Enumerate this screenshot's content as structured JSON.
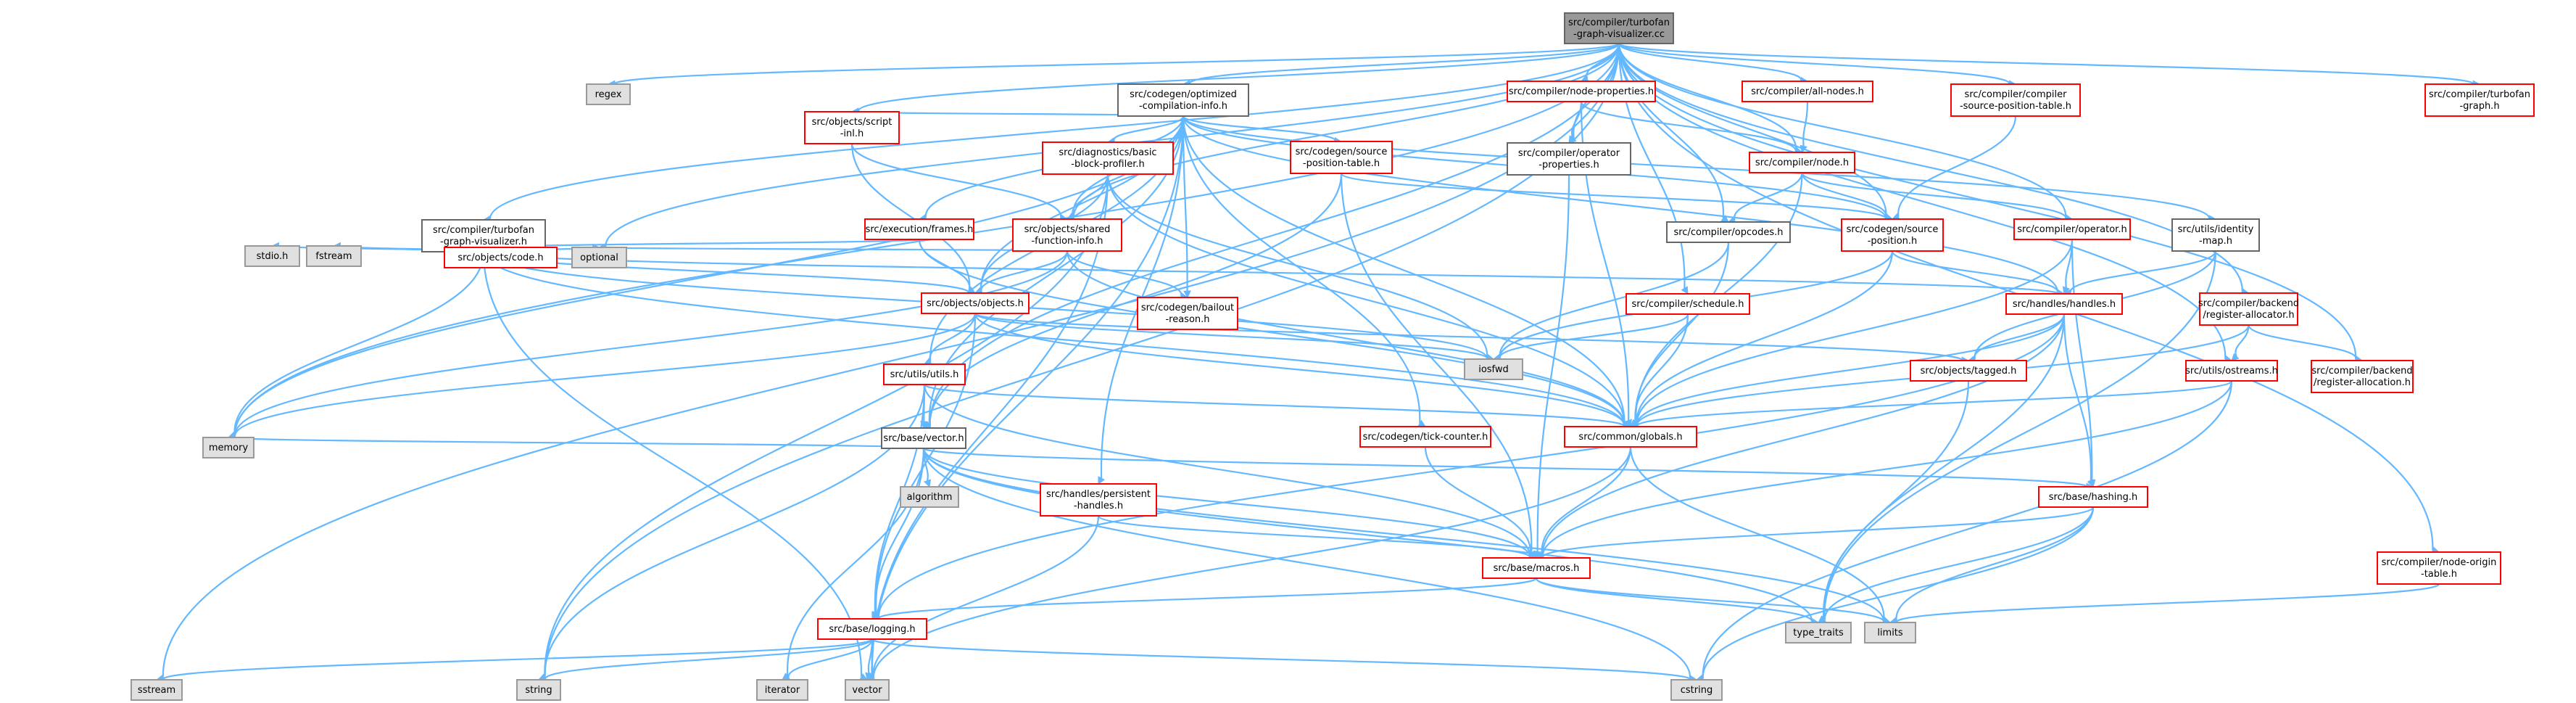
{
  "colors": {
    "edge": "#63b8ff",
    "root_fill": "#999999",
    "root_border": "#666666",
    "project_fill": "#ffffff",
    "project_border": "#ff0000",
    "local_fill": "#ffffff",
    "local_border": "#666666",
    "external_fill": "#e0e0e0",
    "external_border": "#999999",
    "text": "#000000"
  },
  "nodes": [
    {
      "id": "root",
      "kind": "root",
      "lines": [
        "src/compiler/turbofan",
        "-graph-visualizer.cc"
      ]
    },
    {
      "id": "regex",
      "kind": "external",
      "lines": [
        "regex"
      ]
    },
    {
      "id": "opt",
      "kind": "local",
      "lines": [
        "src/codegen/optimized",
        "-compilation-info.h"
      ]
    },
    {
      "id": "nodeprops",
      "kind": "project",
      "lines": [
        "src/compiler/node-properties.h"
      ]
    },
    {
      "id": "allnodes",
      "kind": "project",
      "lines": [
        "src/compiler/all-nodes.h"
      ]
    },
    {
      "id": "cspt",
      "kind": "project",
      "lines": [
        "src/compiler/compiler",
        "-source-position-table.h"
      ]
    },
    {
      "id": "tgraph",
      "kind": "project",
      "lines": [
        "src/compiler/turbofan",
        "-graph.h"
      ]
    },
    {
      "id": "script",
      "kind": "project",
      "lines": [
        "src/objects/script",
        "-inl.h"
      ]
    },
    {
      "id": "diag",
      "kind": "project",
      "lines": [
        "src/diagnostics/basic",
        "-block-profiler.h"
      ]
    },
    {
      "id": "srcpostab",
      "kind": "project",
      "lines": [
        "src/codegen/source",
        "-position-table.h"
      ]
    },
    {
      "id": "opprops",
      "kind": "local",
      "lines": [
        "src/compiler/operator",
        "-properties.h"
      ]
    },
    {
      "id": "node",
      "kind": "project",
      "lines": [
        "src/compiler/node.h"
      ]
    },
    {
      "id": "tgv",
      "kind": "local",
      "lines": [
        "src/compiler/turbofan",
        "-graph-visualizer.h"
      ]
    },
    {
      "id": "frames",
      "kind": "project",
      "lines": [
        "src/execution/frames.h"
      ]
    },
    {
      "id": "sfi",
      "kind": "project",
      "lines": [
        "src/objects/shared",
        "-function-info.h"
      ]
    },
    {
      "id": "opcodes",
      "kind": "local",
      "lines": [
        "src/compiler/opcodes.h"
      ]
    },
    {
      "id": "srcpos",
      "kind": "project",
      "lines": [
        "src/codegen/source",
        "-position.h"
      ]
    },
    {
      "id": "operator",
      "kind": "project",
      "lines": [
        "src/compiler/operator.h"
      ]
    },
    {
      "id": "idmap",
      "kind": "local",
      "lines": [
        "src/utils/identity",
        "-map.h"
      ]
    },
    {
      "id": "stdio",
      "kind": "external",
      "lines": [
        "stdio.h"
      ]
    },
    {
      "id": "fstream",
      "kind": "external",
      "lines": [
        "fstream"
      ]
    },
    {
      "id": "code",
      "kind": "project",
      "lines": [
        "src/objects/code.h"
      ]
    },
    {
      "id": "optional",
      "kind": "external",
      "lines": [
        "optional"
      ]
    },
    {
      "id": "objects",
      "kind": "project",
      "lines": [
        "src/objects/objects.h"
      ]
    },
    {
      "id": "bailout",
      "kind": "project",
      "lines": [
        "src/codegen/bailout",
        "-reason.h"
      ]
    },
    {
      "id": "schedule",
      "kind": "project",
      "lines": [
        "src/compiler/schedule.h"
      ]
    },
    {
      "id": "handles",
      "kind": "project",
      "lines": [
        "src/handles/handles.h"
      ]
    },
    {
      "id": "regalloc",
      "kind": "project",
      "lines": [
        "src/compiler/backend",
        "/register-allocator.h"
      ]
    },
    {
      "id": "iosfwd",
      "kind": "external",
      "lines": [
        "iosfwd"
      ]
    },
    {
      "id": "tagged",
      "kind": "project",
      "lines": [
        "src/objects/tagged.h"
      ]
    },
    {
      "id": "ostreams",
      "kind": "project",
      "lines": [
        "src/utils/ostreams.h"
      ]
    },
    {
      "id": "regalloc2",
      "kind": "project",
      "lines": [
        "src/compiler/backend",
        "/register-allocation.h"
      ]
    },
    {
      "id": "utils",
      "kind": "project",
      "lines": [
        "src/utils/utils.h"
      ]
    },
    {
      "id": "tick",
      "kind": "project",
      "lines": [
        "src/codegen/tick-counter.h"
      ]
    },
    {
      "id": "globals",
      "kind": "project",
      "lines": [
        "src/common/globals.h"
      ]
    },
    {
      "id": "vectorh",
      "kind": "local",
      "lines": [
        "src/base/vector.h"
      ]
    },
    {
      "id": "memory",
      "kind": "external",
      "lines": [
        "memory"
      ]
    },
    {
      "id": "algorithm",
      "kind": "external",
      "lines": [
        "algorithm"
      ]
    },
    {
      "id": "persistent",
      "kind": "project",
      "lines": [
        "src/handles/persistent",
        "-handles.h"
      ]
    },
    {
      "id": "hashing",
      "kind": "project",
      "lines": [
        "src/base/hashing.h"
      ]
    },
    {
      "id": "macros",
      "kind": "project",
      "lines": [
        "src/base/macros.h"
      ]
    },
    {
      "id": "nodeorigin",
      "kind": "project",
      "lines": [
        "src/compiler/node-origin",
        "-table.h"
      ]
    },
    {
      "id": "logging",
      "kind": "project",
      "lines": [
        "src/base/logging.h"
      ]
    },
    {
      "id": "type_traits",
      "kind": "external",
      "lines": [
        "type_traits"
      ]
    },
    {
      "id": "limits",
      "kind": "external",
      "lines": [
        "limits"
      ]
    },
    {
      "id": "sstream",
      "kind": "external",
      "lines": [
        "sstream"
      ]
    },
    {
      "id": "string",
      "kind": "external",
      "lines": [
        "string"
      ]
    },
    {
      "id": "iterator",
      "kind": "external",
      "lines": [
        "iterator"
      ]
    },
    {
      "id": "vector",
      "kind": "external",
      "lines": [
        "vector"
      ]
    },
    {
      "id": "cstring",
      "kind": "external",
      "lines": [
        "cstring"
      ]
    }
  ],
  "edges": [
    [
      "root",
      "regex"
    ],
    [
      "root",
      "opt"
    ],
    [
      "root",
      "nodeprops"
    ],
    [
      "root",
      "allnodes"
    ],
    [
      "root",
      "cspt"
    ],
    [
      "root",
      "tgraph"
    ],
    [
      "root",
      "script"
    ],
    [
      "root",
      "tgv"
    ],
    [
      "root",
      "sfi"
    ],
    [
      "root",
      "opcodes"
    ],
    [
      "root",
      "srcpos"
    ],
    [
      "root",
      "operator"
    ],
    [
      "root",
      "node"
    ],
    [
      "root",
      "opprops"
    ],
    [
      "root",
      "schedule"
    ],
    [
      "root",
      "regalloc"
    ],
    [
      "root",
      "regalloc2"
    ],
    [
      "root",
      "ostreams"
    ],
    [
      "root",
      "nodeorigin"
    ],
    [
      "root",
      "vectorh"
    ],
    [
      "root",
      "optional"
    ],
    [
      "root",
      "memory"
    ],
    [
      "root",
      "sstream"
    ],
    [
      "root",
      "string"
    ],
    [
      "opt",
      "memory"
    ],
    [
      "opt",
      "script"
    ],
    [
      "opt",
      "diag"
    ],
    [
      "opt",
      "srcpostab"
    ],
    [
      "opt",
      "frames"
    ],
    [
      "opt",
      "sfi"
    ],
    [
      "opt",
      "bailout"
    ],
    [
      "opt",
      "objects"
    ],
    [
      "opt",
      "utils"
    ],
    [
      "opt",
      "vectorh"
    ],
    [
      "opt",
      "persistent"
    ],
    [
      "opt",
      "tick"
    ],
    [
      "opt",
      "globals"
    ],
    [
      "opt",
      "handles"
    ],
    [
      "opt",
      "srcpos"
    ],
    [
      "opt",
      "idmap"
    ],
    [
      "opt",
      "vector"
    ],
    [
      "nodeprops",
      "opprops"
    ],
    [
      "nodeprops",
      "node"
    ],
    [
      "nodeprops",
      "globals"
    ],
    [
      "allnodes",
      "node"
    ],
    [
      "cspt",
      "srcpos"
    ],
    [
      "script",
      "sfi"
    ],
    [
      "script",
      "objects"
    ],
    [
      "diag",
      "sfi"
    ],
    [
      "diag",
      "objects"
    ],
    [
      "diag",
      "iosfwd"
    ],
    [
      "diag",
      "globals"
    ],
    [
      "diag",
      "string"
    ],
    [
      "diag",
      "vector"
    ],
    [
      "srcpostab",
      "srcpos"
    ],
    [
      "srcpostab",
      "vectorh"
    ],
    [
      "srcpostab",
      "macros"
    ],
    [
      "opprops",
      "macros"
    ],
    [
      "node",
      "opcodes"
    ],
    [
      "node",
      "operator"
    ],
    [
      "node",
      "globals"
    ],
    [
      "node",
      "srcpos"
    ],
    [
      "tgv",
      "stdio"
    ],
    [
      "tgv",
      "fstream"
    ],
    [
      "tgv",
      "code"
    ],
    [
      "tgv",
      "optional"
    ],
    [
      "tgv",
      "objects"
    ],
    [
      "tgv",
      "memory"
    ],
    [
      "tgv",
      "iosfwd"
    ],
    [
      "tgv",
      "globals"
    ],
    [
      "tgv",
      "vector"
    ],
    [
      "tgv",
      "handles"
    ],
    [
      "frames",
      "objects"
    ],
    [
      "frames",
      "code"
    ],
    [
      "frames",
      "globals"
    ],
    [
      "sfi",
      "bailout"
    ],
    [
      "sfi",
      "objects"
    ],
    [
      "sfi",
      "optional"
    ],
    [
      "sfi",
      "memory"
    ],
    [
      "sfi",
      "globals"
    ],
    [
      "opcodes",
      "iosfwd"
    ],
    [
      "opcodes",
      "globals"
    ],
    [
      "srcpos",
      "iosfwd"
    ],
    [
      "srcpos",
      "globals"
    ],
    [
      "srcpos",
      "handles"
    ],
    [
      "operator",
      "handles"
    ],
    [
      "operator",
      "globals"
    ],
    [
      "operator",
      "hashing"
    ],
    [
      "idmap",
      "handles"
    ],
    [
      "idmap",
      "tagged"
    ],
    [
      "idmap",
      "type_traits"
    ],
    [
      "objects",
      "iosfwd"
    ],
    [
      "objects",
      "tagged"
    ],
    [
      "objects",
      "utils"
    ],
    [
      "objects",
      "memory"
    ],
    [
      "objects",
      "globals"
    ],
    [
      "objects",
      "logging"
    ],
    [
      "schedule",
      "iosfwd"
    ],
    [
      "schedule",
      "globals"
    ],
    [
      "handles",
      "tagged"
    ],
    [
      "handles",
      "globals"
    ],
    [
      "handles",
      "macros"
    ],
    [
      "handles",
      "hashing"
    ],
    [
      "handles",
      "type_traits"
    ],
    [
      "handles",
      "logging"
    ],
    [
      "regalloc",
      "ostreams"
    ],
    [
      "regalloc",
      "regalloc2"
    ],
    [
      "regalloc",
      "globals"
    ],
    [
      "tagged",
      "type_traits"
    ],
    [
      "ostreams",
      "globals"
    ],
    [
      "ostreams",
      "macros"
    ],
    [
      "ostreams",
      "cstring"
    ],
    [
      "utils",
      "vectorh"
    ],
    [
      "utils",
      "globals"
    ],
    [
      "utils",
      "macros"
    ],
    [
      "utils",
      "logging"
    ],
    [
      "utils",
      "string"
    ],
    [
      "tick",
      "macros"
    ],
    [
      "globals",
      "macros"
    ],
    [
      "globals",
      "limits"
    ],
    [
      "globals",
      "vector"
    ],
    [
      "vectorh",
      "algorithm"
    ],
    [
      "vectorh",
      "memory"
    ],
    [
      "vectorh",
      "macros"
    ],
    [
      "vectorh",
      "logging"
    ],
    [
      "vectorh",
      "hashing"
    ],
    [
      "vectorh",
      "iterator"
    ],
    [
      "vectorh",
      "cstring"
    ],
    [
      "vectorh",
      "type_traits"
    ],
    [
      "vectorh",
      "limits"
    ],
    [
      "persistent",
      "macros"
    ],
    [
      "persistent",
      "vector"
    ],
    [
      "hashing",
      "macros"
    ],
    [
      "hashing",
      "type_traits"
    ],
    [
      "hashing",
      "cstring"
    ],
    [
      "hashing",
      "limits"
    ],
    [
      "macros",
      "logging"
    ],
    [
      "macros",
      "type_traits"
    ],
    [
      "macros",
      "limits"
    ],
    [
      "nodeorigin",
      "limits"
    ],
    [
      "logging",
      "sstream"
    ],
    [
      "logging",
      "string"
    ],
    [
      "logging",
      "vector"
    ],
    [
      "logging",
      "iterator"
    ],
    [
      "logging",
      "cstring"
    ]
  ]
}
